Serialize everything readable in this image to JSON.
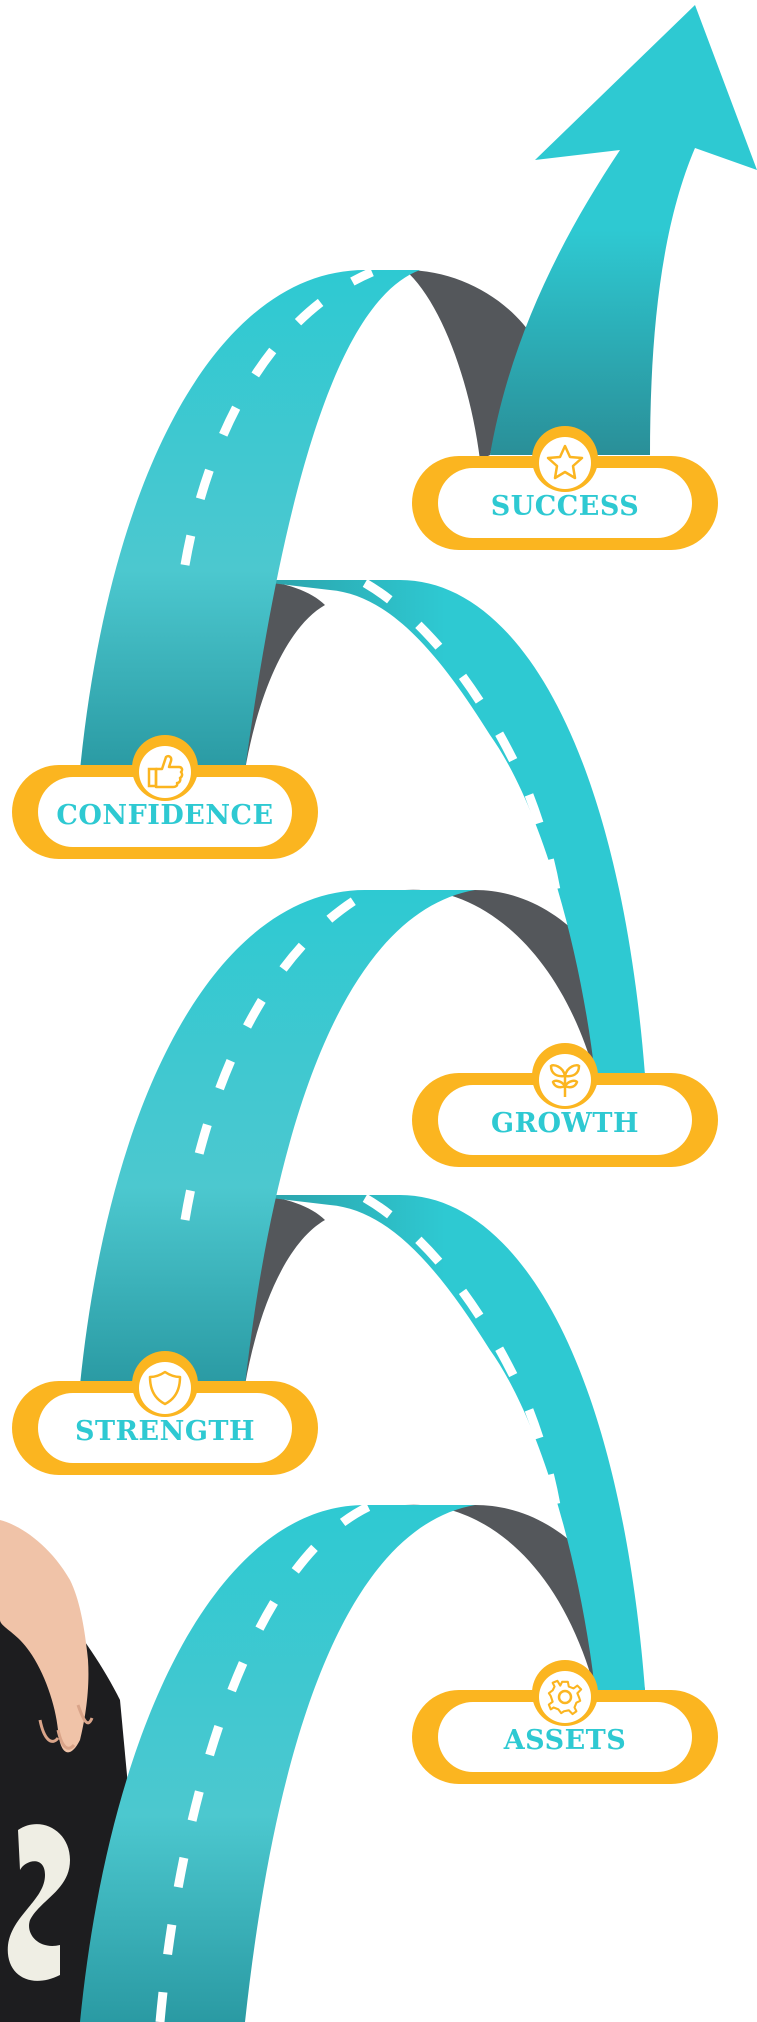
{
  "milestones": [
    {
      "label": "SUCCESS",
      "icon": "star-icon"
    },
    {
      "label": "CONFIDENCE",
      "icon": "thumbs-up-icon"
    },
    {
      "label": "GROWTH",
      "icon": "sprout-icon"
    },
    {
      "label": "STRENGTH",
      "icon": "shield-icon"
    },
    {
      "label": "ASSETS",
      "icon": "gear-icon"
    }
  ],
  "colors": {
    "road": "#2ec9d2",
    "road_dark": "#1f8f98",
    "road_back": "#54575b",
    "badge": "#fbb520",
    "badge_inner": "#ffffff",
    "text": "#2ec9d2",
    "dashes": "#ffffff"
  }
}
